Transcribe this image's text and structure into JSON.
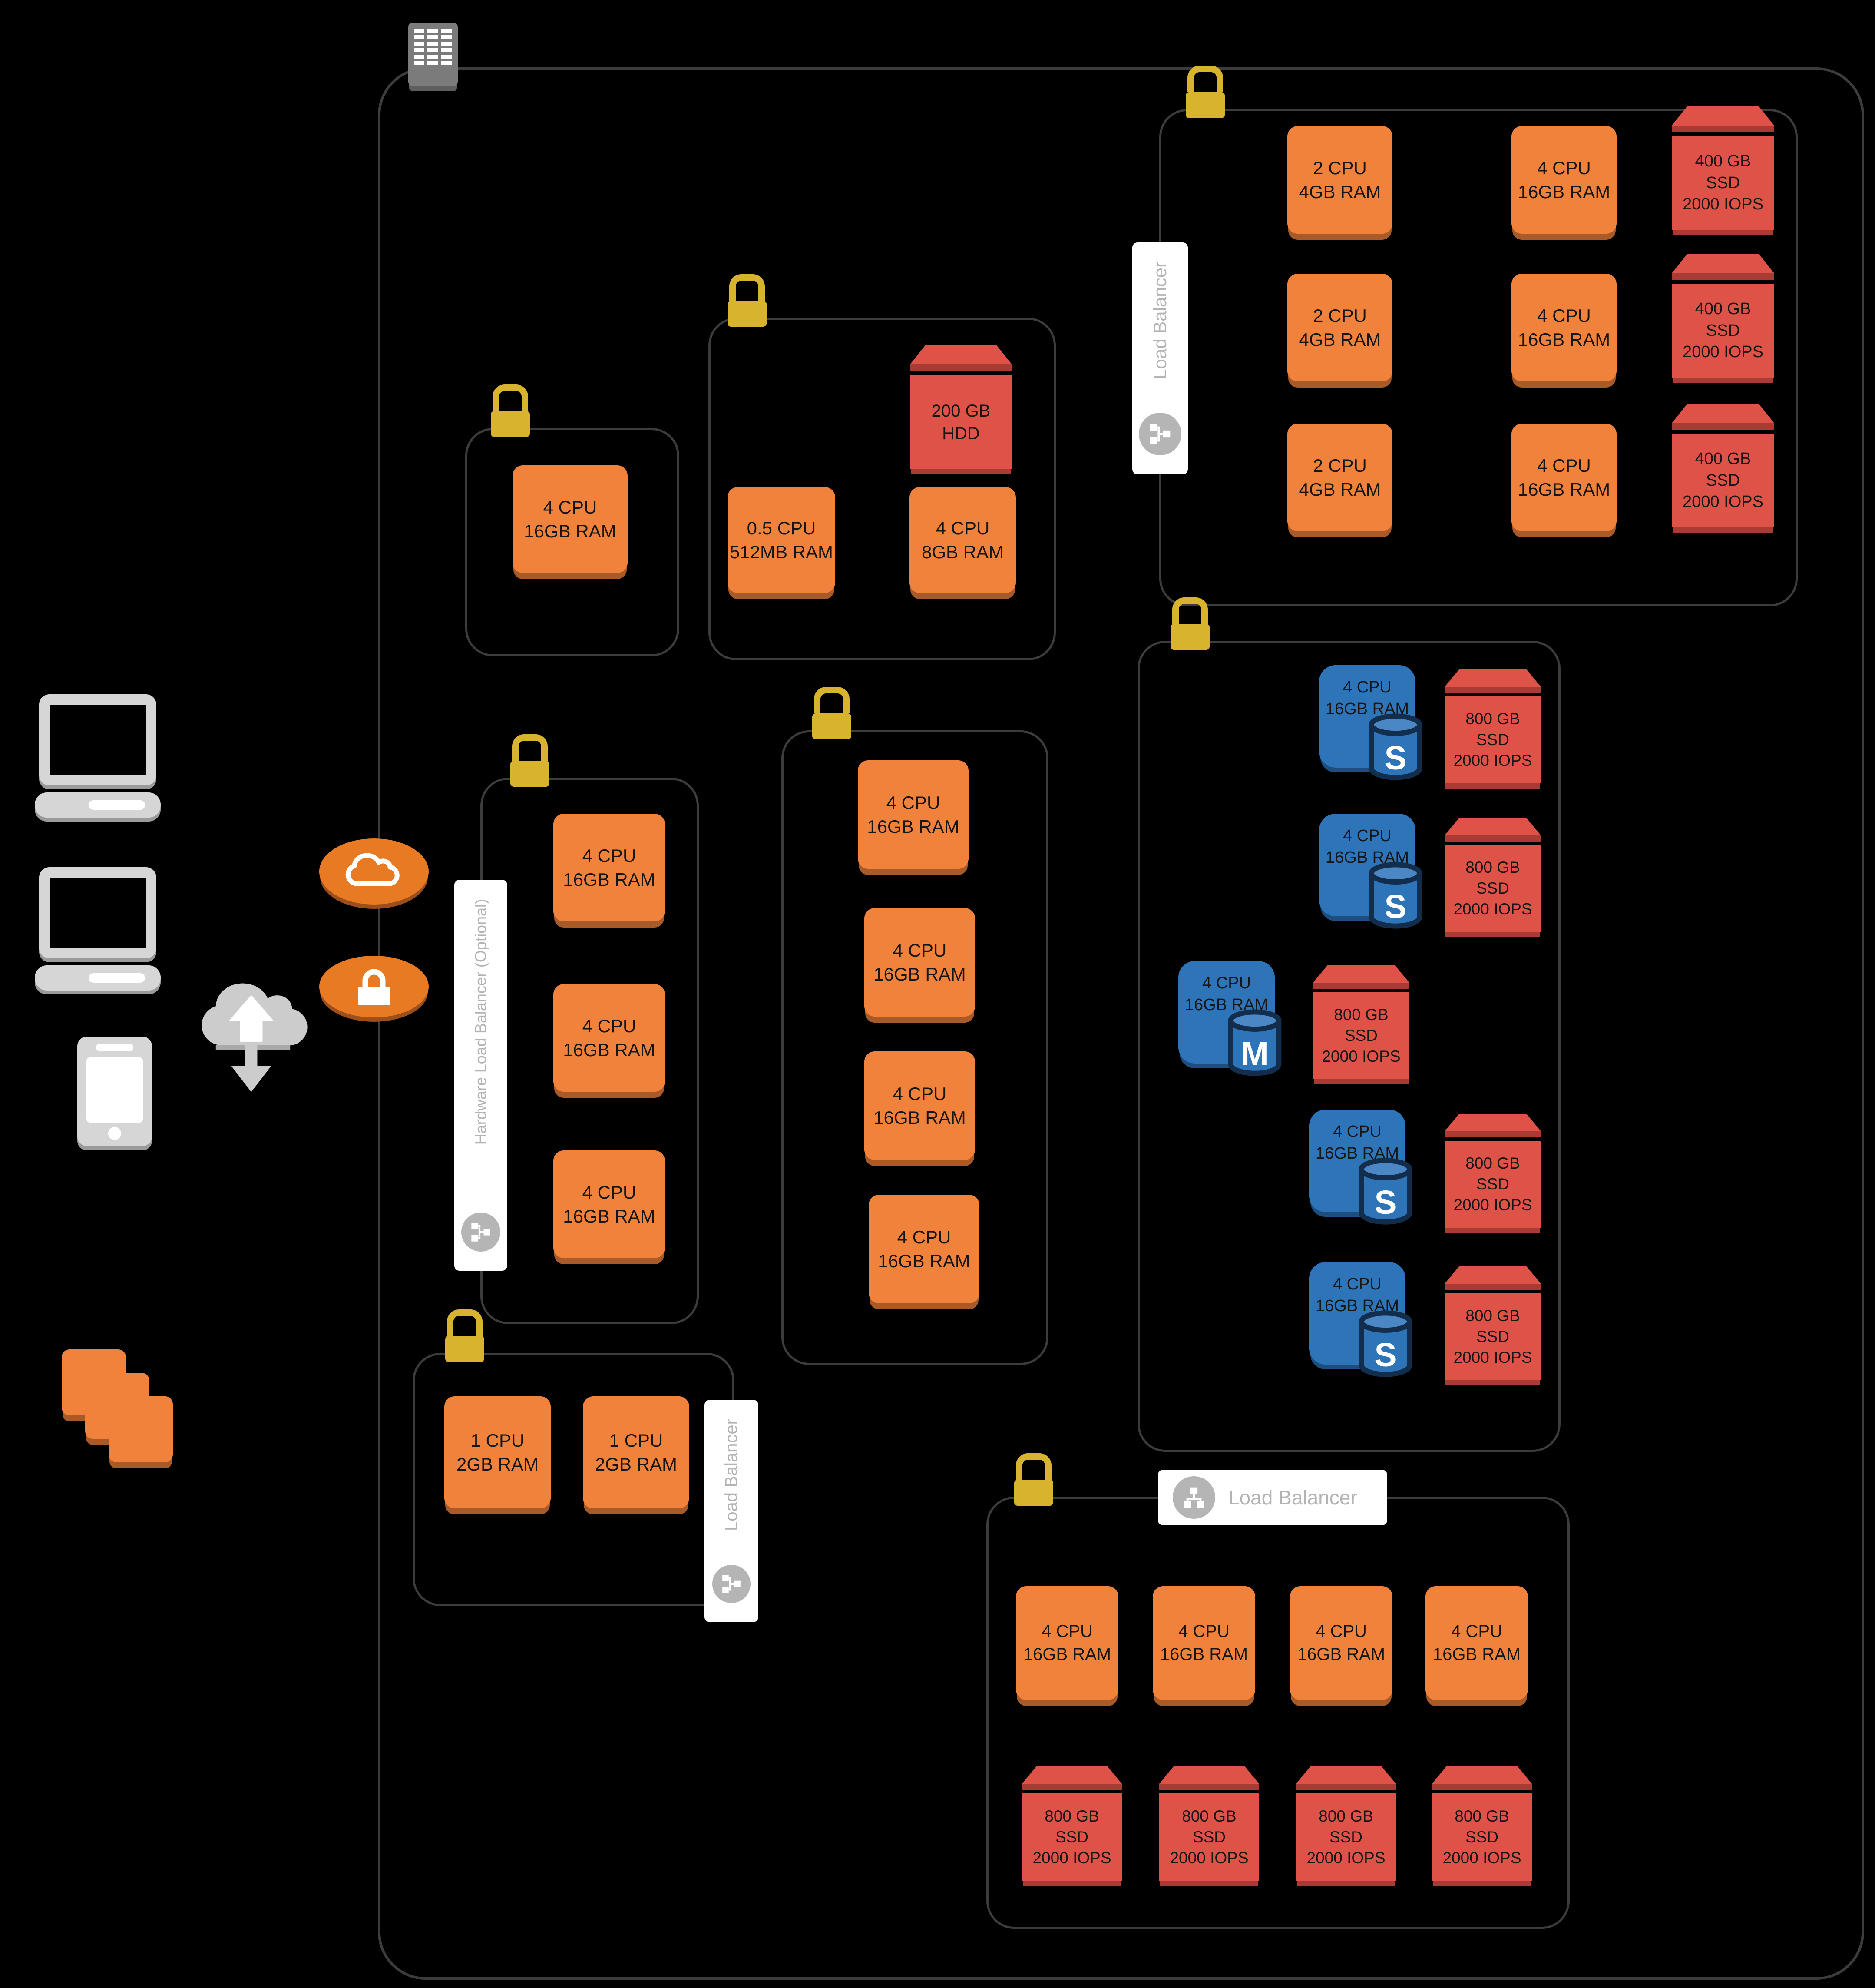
{
  "colors": {
    "background": "#000000",
    "compute_node": "#F0823C",
    "storage_node": "#DE5248",
    "database_node": "#2E74B8",
    "lock": "#D7B32E",
    "label_text": "#B3B3B3"
  },
  "labels": {
    "load_balancer": "Load Balancer",
    "hardware_load_balancer": "Hardware Load Balancer (Optional)"
  },
  "groups": {
    "single": {
      "box": "4 CPU\n16GB RAM"
    },
    "dev": {
      "hdd": "200 GB\nHDD",
      "micro": "0.5 CPU\n512MB RAM",
      "app": "4 CPU\n8GB RAM"
    },
    "web": {
      "lb_label": "Load Balancer",
      "rows": [
        {
          "web": "2 CPU\n4GB RAM",
          "app": "4 CPU\n16GB RAM",
          "disk": "400 GB\nSSD\n2000 IOPS"
        },
        {
          "web": "2 CPU\n4GB RAM",
          "app": "4 CPU\n16GB RAM",
          "disk": "400 GB\nSSD\n2000 IOPS"
        },
        {
          "web": "2 CPU\n4GB RAM",
          "app": "4 CPU\n16GB RAM",
          "disk": "400 GB\nSSD\n2000 IOPS"
        }
      ]
    },
    "hwlb": {
      "label": "Hardware Load Balancer (Optional)",
      "boxes": [
        "4 CPU\n16GB RAM",
        "4 CPU\n16GB RAM",
        "4 CPU\n16GB RAM"
      ]
    },
    "column": {
      "boxes": [
        "4 CPU\n16GB RAM",
        "4 CPU\n16GB RAM",
        "4 CPU\n16GB RAM",
        "4 CPU\n16GB RAM"
      ]
    },
    "db": {
      "rows": [
        {
          "server": "4 CPU\n16GB RAM",
          "letter": "S",
          "disk": "800 GB\nSSD\n2000 IOPS"
        },
        {
          "server": "4 CPU\n16GB RAM",
          "letter": "S",
          "disk": "800 GB\nSSD\n2000 IOPS"
        },
        {
          "server": "4 CPU\n16GB RAM",
          "letter": "M",
          "disk": "800 GB\nSSD\n2000 IOPS"
        },
        {
          "server": "4 CPU\n16GB RAM",
          "letter": "S",
          "disk": "800 GB\nSSD\n2000 IOPS"
        },
        {
          "server": "4 CPU\n16GB RAM",
          "letter": "S",
          "disk": "800 GB\nSSD\n2000 IOPS"
        }
      ]
    },
    "pair": {
      "lb_label": "Load Balancer",
      "boxes": [
        "1 CPU\n2GB RAM",
        "1 CPU\n2GB RAM"
      ]
    },
    "bottom": {
      "lb_label": "Load Balancer",
      "servers": [
        "4 CPU\n16GB RAM",
        "4 CPU\n16GB RAM",
        "4 CPU\n16GB RAM",
        "4 CPU\n16GB RAM"
      ],
      "disks": [
        "800 GB\nSSD\n2000 IOPS",
        "800 GB\nSSD\n2000 IOPS",
        "800 GB\nSSD\n2000 IOPS",
        "800 GB\nSSD\n2000 IOPS"
      ]
    }
  }
}
